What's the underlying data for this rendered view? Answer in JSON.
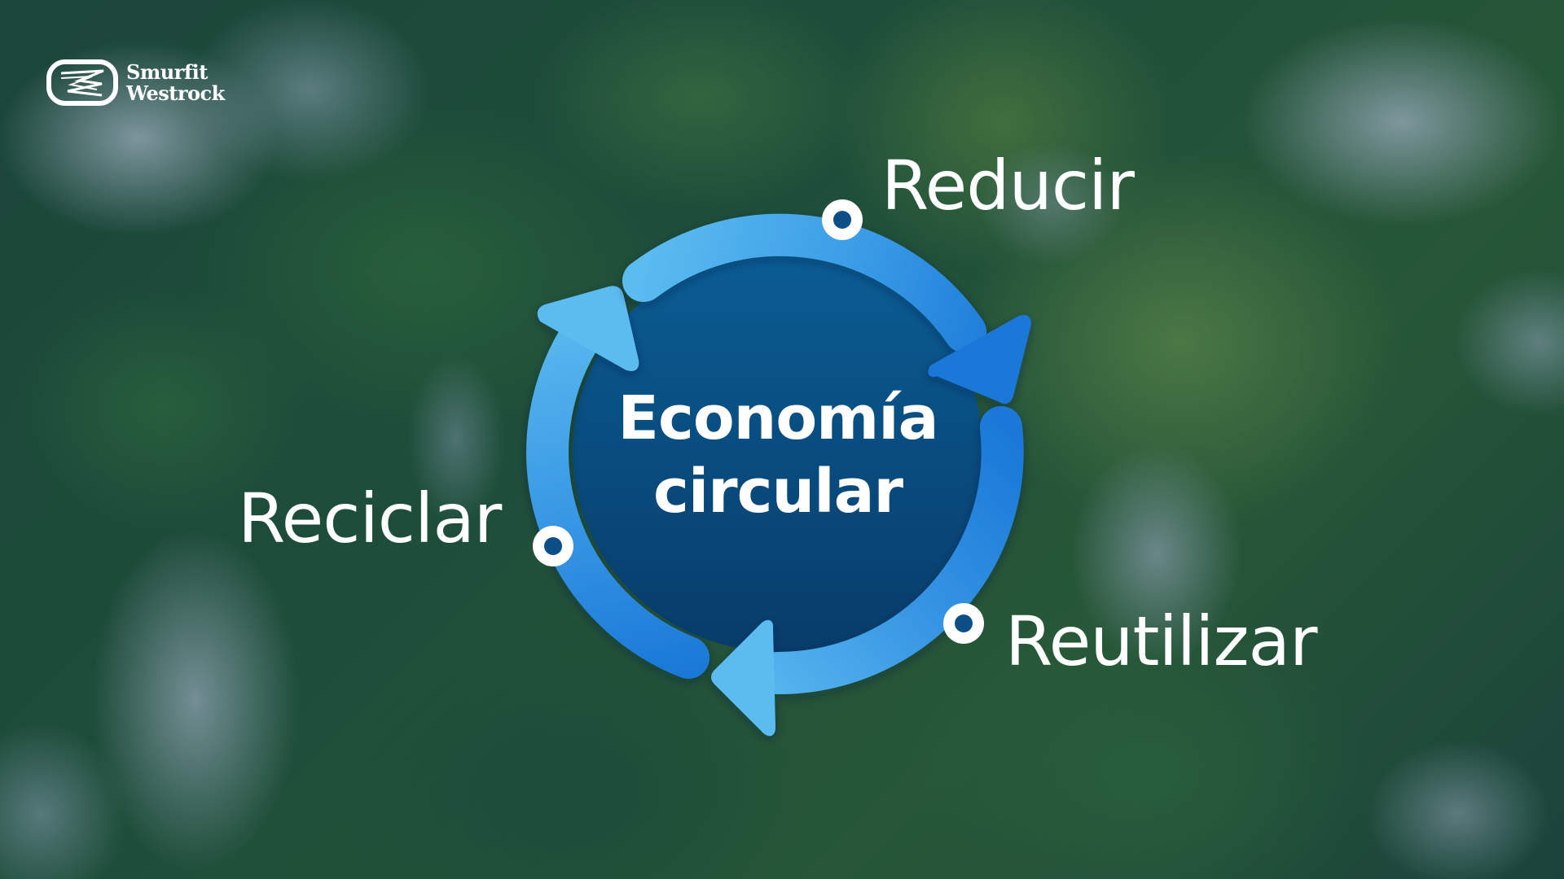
{
  "brand": {
    "name_line1": "Smurfit",
    "name_line2": "Westrock",
    "logo_icon": "smurfit-westrock-logo-icon"
  },
  "diagram": {
    "title_line1": "Economía",
    "title_line2": "circular",
    "type": "circular-cycle",
    "steps": [
      {
        "label": "Reducir",
        "position": "top-right"
      },
      {
        "label": "Reutilizar",
        "position": "bottom-right"
      },
      {
        "label": "Reciclar",
        "position": "left"
      }
    ],
    "colors": {
      "ring_light": "#5cbcf0",
      "ring_dark": "#1a78d8",
      "center_top": "#0a5d94",
      "center_bottom": "#083c6a",
      "label_text": "#ffffff"
    }
  },
  "background": {
    "description": "aerial forest with clouds",
    "dominant_color": "#23573a"
  }
}
